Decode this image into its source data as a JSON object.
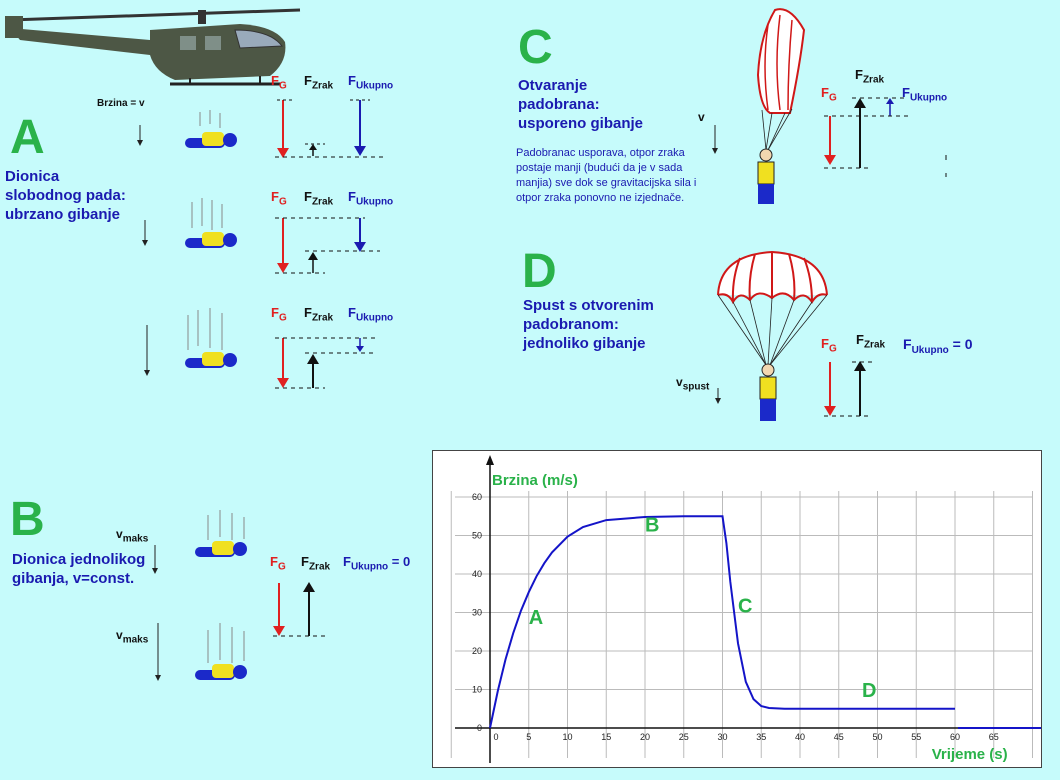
{
  "sections": {
    "A": {
      "letter": "A",
      "title": "Dionica slobodnog pada: ubrzano gibanje",
      "speed_label": "Brzina = v"
    },
    "B": {
      "letter": "B",
      "title": "Dionica jednolikog gibanja, v=const.",
      "speed": "v",
      "speed_sub": "maks"
    },
    "C": {
      "letter": "C",
      "title": "Otvaranje padobrana: usporeno gibanje",
      "speed": "v",
      "description": "Padobranac usporava, otpor zraka postaje manji (budući da je v sada manjia) sve dok se gravitacijska sila i otpor zraka ponovno ne izjednače."
    },
    "D": {
      "letter": "D",
      "title": "Spust s otvorenim padobranom: jednoliko gibanje",
      "speed": "v",
      "speed_sub": "spust"
    }
  },
  "forces": {
    "fg": "F",
    "fg_sub": "G",
    "fz": "F",
    "fz_sub": "Zrak",
    "fu": "F",
    "fu_sub": "Ukupno",
    "zero": "= 0"
  },
  "colors": {
    "background": "#c6fbfb",
    "letter": "#2ab24a",
    "text": "#1a1ab0",
    "gravity": "#e02020",
    "curve": "#1414c8"
  },
  "chart_data": {
    "type": "line",
    "ylabel": "Brzina (m/s)",
    "xlabel": "Vrijeme (s)",
    "xlim": [
      0,
      70
    ],
    "ylim": [
      0,
      60
    ],
    "x_ticks": [
      0,
      5,
      10,
      15,
      20,
      25,
      30,
      35,
      40,
      45,
      50,
      55,
      60,
      65
    ],
    "y_ticks": [
      0,
      10,
      20,
      30,
      40,
      50,
      60
    ],
    "grid": true,
    "series": [
      {
        "x": [
          0,
          1,
          2,
          3,
          4,
          5,
          6,
          7,
          8,
          10,
          12,
          15,
          20,
          25,
          30,
          30.5,
          31,
          32,
          33,
          34,
          35,
          36,
          38,
          40,
          45,
          50,
          55,
          60
        ],
        "values": [
          0,
          9.6,
          17.8,
          24.7,
          30.5,
          35.3,
          39.4,
          42.8,
          45.6,
          49.7,
          52.2,
          54.0,
          54.8,
          55,
          55,
          48,
          38,
          22,
          12,
          7.5,
          5.7,
          5.2,
          5.0,
          5.0,
          5.0,
          5.0,
          5.0,
          5.0
        ]
      }
    ],
    "annotations": [
      {
        "text": "A",
        "x": 5,
        "y": 27
      },
      {
        "text": "B",
        "x": 20,
        "y": 51
      },
      {
        "text": "C",
        "x": 32,
        "y": 30
      },
      {
        "text": "D",
        "x": 48,
        "y": 8
      }
    ]
  }
}
